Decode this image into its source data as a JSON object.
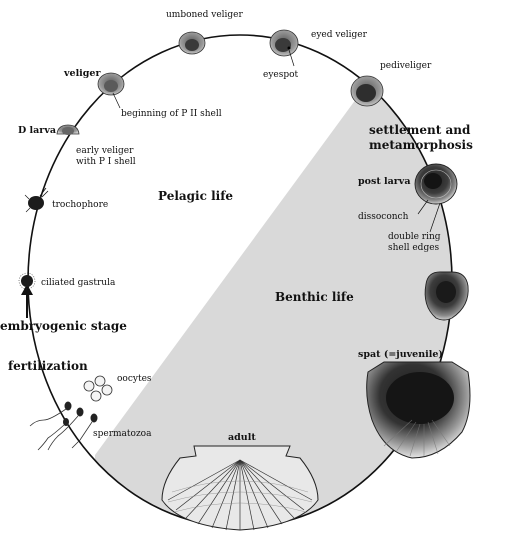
{
  "labels": {
    "umboned_veliger": "umboned veliger",
    "eyed_veliger": "eyed veliger",
    "eyespot": "eyespot",
    "pediveliger": "pediveliger",
    "veliger": "veliger",
    "beginning_p2": "beginning of P II shell",
    "d_larva": "D larva",
    "early_veliger_1": "early veliger",
    "early_veliger_2": "with P I shell",
    "settlement_1": "settlement and",
    "settlement_2": "metamorphosis",
    "post_larva": "post larva",
    "trochophore": "trochophore",
    "pelagic_life": "Pelagic life",
    "dissoconch": "dissoconch",
    "double_ring_1": "double ring",
    "double_ring_2": "shell edges",
    "ciliated_gastrula": "ciliated gastrula",
    "benthic_life": "Benthic life",
    "embryogenic_stage": "embryogenic stage",
    "fertilization": "fertilization",
    "oocytes": "oocytes",
    "spat": "spat (=juvenile)",
    "spermatozoa": "spermatozoa",
    "adult": "adult"
  },
  "colors": {
    "benthic_fill": "#d9d9d9",
    "cycle_line": "#111111",
    "shell_dark": "#2a2a2a",
    "shell_mid": "#7a7a7a",
    "shell_light": "#cfcfcf"
  },
  "icons": {
    "arrow": "arrow-up-icon"
  }
}
